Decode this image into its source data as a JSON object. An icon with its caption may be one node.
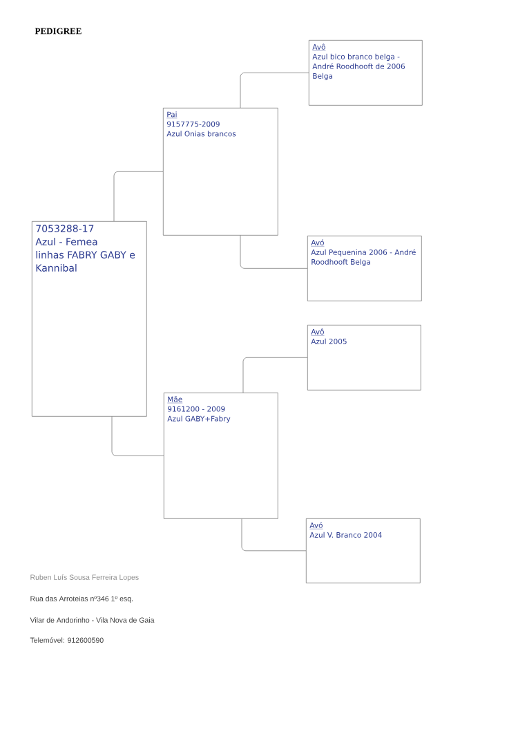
{
  "diagram": {
    "title": "PEDIGREE",
    "nodes": [
      {
        "text": [
          "7053288-17",
          "Azul - Femea",
          "linhas FABRY GABY e Kannibal"
        ]
      },
      {
        "text": [
          "Pai",
          "9157775-2009",
          "Azul Onias brancos"
        ]
      },
      {
        "text": [
          "Avô",
          "Azul bico branco belga - André Roodhooft de 2006 Belga"
        ]
      },
      {
        "text": [
          "Avó",
          "Azul Pequenina 2006 - André Roodhooft Belga"
        ]
      },
      {
        "text": [
          "Mãe",
          "9161200 - 2009",
          "Azul GABY+Fabry"
        ]
      },
      {
        "text": [
          "Avô",
          "Azul 2005"
        ]
      },
      {
        "text": [
          "Avó",
          "Azul V. Branco 2004"
        ]
      }
    ],
    "edges": [
      {
        "from": 0,
        "to": 1,
        "arrow": "none"
      },
      {
        "from": 1,
        "to": 2,
        "arrow": "none"
      },
      {
        "from": 1,
        "to": 3,
        "arrow": "none"
      },
      {
        "from": 0,
        "to": 4,
        "arrow": "none"
      },
      {
        "from": 4,
        "to": 5,
        "arrow": "none"
      },
      {
        "from": 4,
        "to": 6,
        "arrow": "none"
      }
    ],
    "labels": [
      "Ruben Luís Sousa Ferreira Lopes",
      "Rua das Arroteias nº346 1º esq.",
      "Vilar de Andorinho - Vila Nova de Gaia",
      "Telemóvel: 912600590"
    ]
  }
}
